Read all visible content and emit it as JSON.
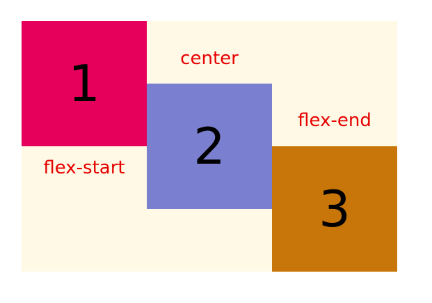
{
  "colors": {
    "container_bg": "#fff9e6",
    "item_1": "#e6005c",
    "item_2": "#7a7fcf",
    "item_3": "#c8760a",
    "label_text": "#e60000",
    "number_text": "#000000"
  },
  "items": [
    {
      "number": "1",
      "label": "flex-start"
    },
    {
      "number": "2",
      "label": "center"
    },
    {
      "number": "3",
      "label": "flex-end"
    }
  ]
}
